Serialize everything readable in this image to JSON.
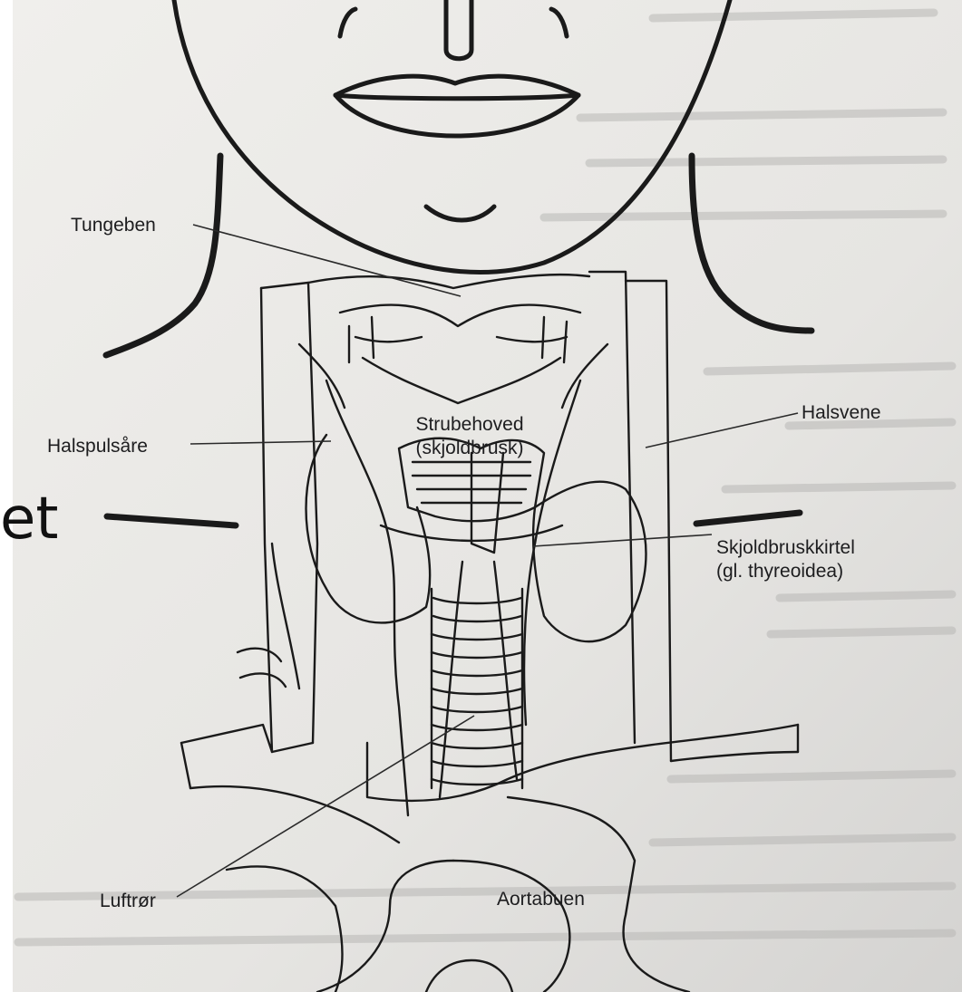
{
  "diagram": {
    "labels": {
      "tungeben": "Tungeben",
      "strubehoved_line1": "Strubehoved",
      "strubehoved_line2": "(skjoldbrusk)",
      "halsvene": "Halsvene",
      "halspulsare": "Halspulsåre",
      "skjold_line1": "Skjoldbruskkirtel",
      "skjold_line2": "(gl. thyreoidea)",
      "luftror": "Luftrør",
      "aortabuen": "Aortabuen"
    },
    "edge_fragment": "et"
  },
  "colors": {
    "paper": "#e9e8e6",
    "ink": "#1a1a1a",
    "background": "#ffffff"
  }
}
